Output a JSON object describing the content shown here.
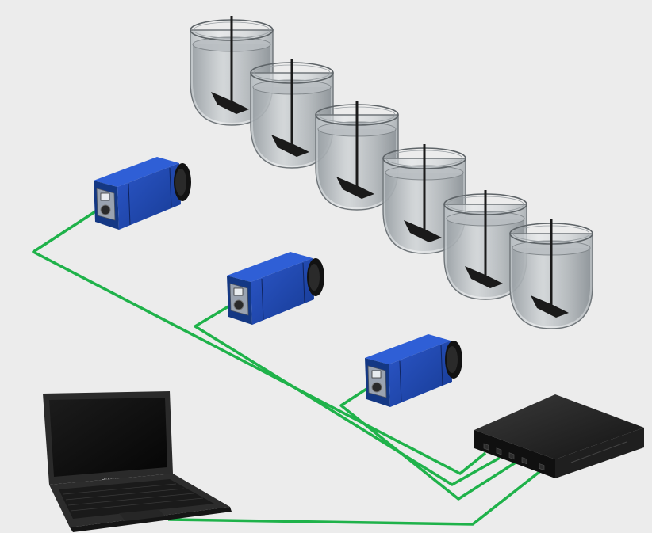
{
  "diagram": {
    "components": {
      "vessels": {
        "count": 6,
        "icon": "stirred-tank-icon"
      },
      "cameras": {
        "count": 3,
        "icon": "industrial-camera-icon"
      },
      "switch": {
        "icon": "network-switch-icon"
      },
      "laptop": {
        "icon": "laptop-icon",
        "brand_mark": "FUJITSU"
      }
    },
    "colors": {
      "background": "#ececec",
      "cable": "#1fb24a",
      "camera_body": "#1c3fa6",
      "camera_dark": "#0f245e",
      "vessel_glass": "#c9ced2",
      "vessel_liquid": "#9aa1a6",
      "impeller": "#1a1a1a",
      "switch_body": "#1e1e1e",
      "laptop_body": "#2a2a2a",
      "laptop_screen": "#0c0c0c"
    }
  }
}
